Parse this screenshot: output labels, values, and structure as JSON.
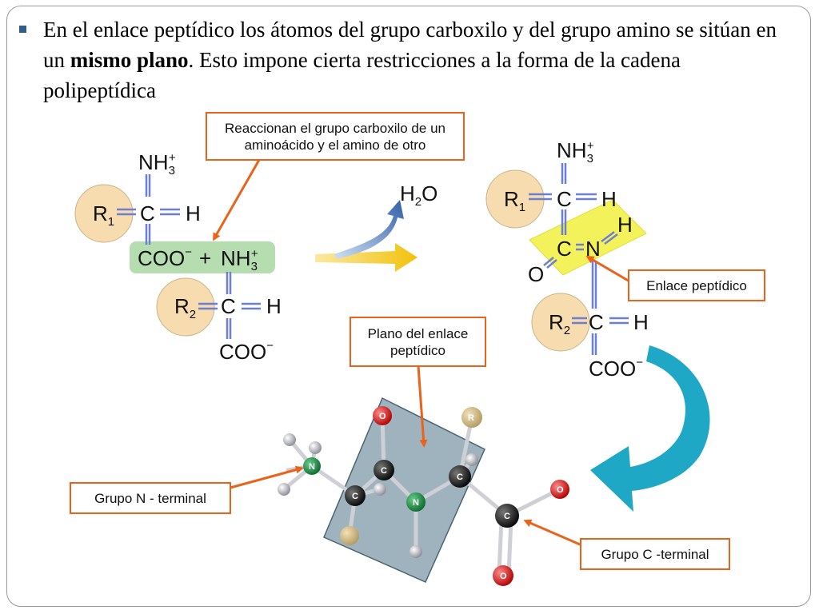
{
  "slide": {
    "text_part1": "En el enlace peptídico los átomos del grupo carboxilo y del grupo amino se sitúan en un ",
    "text_bold": "mismo plano",
    "text_part2": ". Esto impone cierta restricciones a la forma de la cadena polipeptídica"
  },
  "labels": {
    "reaction": "Reaccionan el grupo carboxilo de un aminoácido y el amino de otro",
    "peptide_bond": "Enlace peptídico",
    "plane": "Plano del enlace peptídico",
    "n_terminal": "Grupo N - terminal",
    "c_terminal": "Grupo C -terminal"
  },
  "chem": {
    "nh": "NH",
    "sub3": "3",
    "plus_sup": "+",
    "r": "R",
    "sub1": "1",
    "sub2": "2",
    "c": "C",
    "h": "H",
    "coo": "COO",
    "minus_sup": "−",
    "plus": "+",
    "water_h": "H",
    "water_o": "O",
    "n": "N",
    "o": "O"
  },
  "atoms": {
    "o": "O",
    "c": "C",
    "n": "N",
    "r": "R"
  },
  "colors": {
    "accent_orange": "#e8641a",
    "green_highlight": "#b6ddb0",
    "yellow_highlight": "#f4f25a",
    "r_circle": "#f6dcae",
    "bond_blue": "#6f7fd0",
    "plane_fill": "#7f9aa8",
    "curve_teal": "#1fa7c6"
  }
}
